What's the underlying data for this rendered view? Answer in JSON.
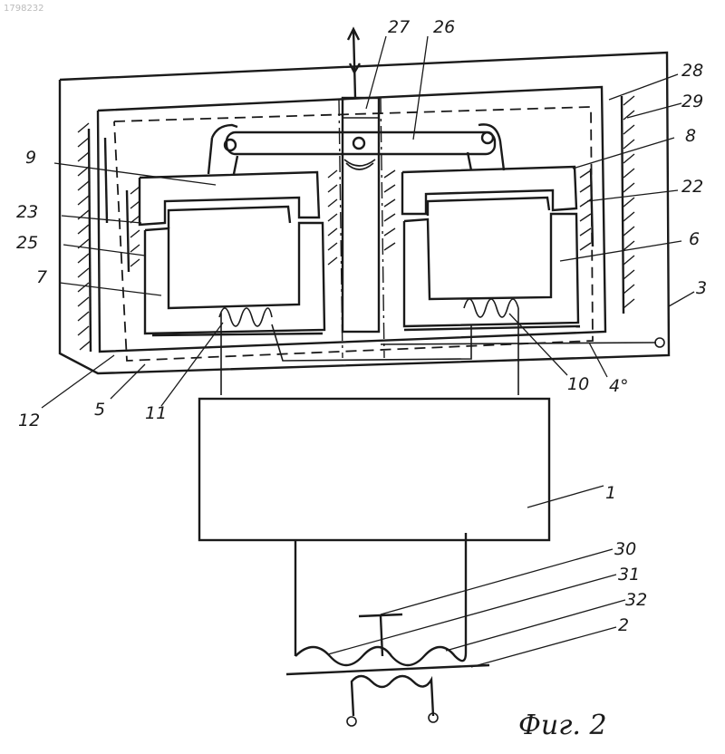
{
  "figure": {
    "caption": "Фиг. 2",
    "corner_text": "1798232"
  },
  "callouts": [
    {
      "id": "callout-27",
      "text": "27"
    },
    {
      "id": "callout-26",
      "text": "26"
    },
    {
      "id": "callout-28",
      "text": "28"
    },
    {
      "id": "callout-29",
      "text": "29"
    },
    {
      "id": "callout-8",
      "text": "8"
    },
    {
      "id": "callout-22",
      "text": "22"
    },
    {
      "id": "callout-6",
      "text": "6"
    },
    {
      "id": "callout-3",
      "text": "3"
    },
    {
      "id": "callout-9",
      "text": "9"
    },
    {
      "id": "callout-23",
      "text": "23"
    },
    {
      "id": "callout-25",
      "text": "25"
    },
    {
      "id": "callout-7",
      "text": "7"
    },
    {
      "id": "callout-12",
      "text": "12"
    },
    {
      "id": "callout-5",
      "text": "5"
    },
    {
      "id": "callout-11",
      "text": "11"
    },
    {
      "id": "callout-10",
      "text": "10"
    },
    {
      "id": "callout-4",
      "text": "4°"
    },
    {
      "id": "callout-1",
      "text": "1"
    },
    {
      "id": "callout-30",
      "text": "30"
    },
    {
      "id": "callout-31",
      "text": "31"
    },
    {
      "id": "callout-32",
      "text": "32"
    },
    {
      "id": "callout-2",
      "text": "2"
    }
  ]
}
